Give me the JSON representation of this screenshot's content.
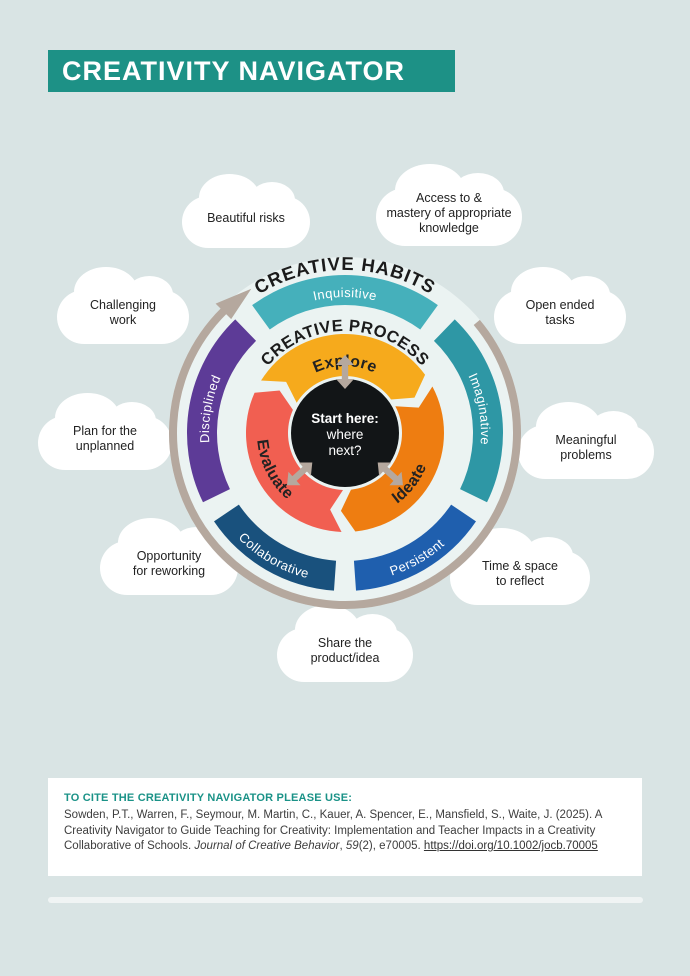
{
  "title": "CREATIVITY NAVIGATOR",
  "colors": {
    "background": "#d9e4e4",
    "title_bar": "#1d9186",
    "ring_gray": "#b5a89e",
    "wheel_disc": "#ebf3f2",
    "center_black": "#121517",
    "cloud_white": "#ffffff",
    "citation_heading_teal": "#1a9287"
  },
  "wheel": {
    "habits_title": "CREATIVE HABITS",
    "process_title": "CREATIVE PROCESS",
    "center_lines": [
      "Start here:",
      "where",
      "next?"
    ],
    "habits": [
      {
        "label": "Inquisitive",
        "color": "#45b0bb",
        "start": -36,
        "end": 36,
        "flip": false
      },
      {
        "label": "Imaginative",
        "color": "#2e97a5",
        "start": 44,
        "end": 116,
        "flip": false
      },
      {
        "label": "Persistent",
        "color": "#1f5fae",
        "start": 124,
        "end": 176,
        "flip": true
      },
      {
        "label": "Collaborative",
        "color": "#19517d",
        "start": 184,
        "end": 236,
        "flip": true
      },
      {
        "label": "Disciplined",
        "color": "#5d3b97",
        "start": 244,
        "end": 316,
        "flip": false
      }
    ],
    "process": [
      {
        "label": "Explore",
        "color": "#f6aa1c",
        "tail": 302,
        "head": 54,
        "label_bearing": 0,
        "flip": false
      },
      {
        "label": "Ideate",
        "color": "#ee7d11",
        "tail": 62,
        "head": 174,
        "label_bearing": 128,
        "flip": true
      },
      {
        "label": "Evaluate",
        "color": "#f15f51",
        "tail": 182,
        "head": 294,
        "label_bearing": 243,
        "flip": true
      }
    ],
    "gray_arrow_bearings": [
      0,
      132,
      228
    ]
  },
  "clouds": [
    {
      "text": "Beautiful risks"
    },
    {
      "text": "Access to &\nmastery of appropriate\nknowledge"
    },
    {
      "text": "Challenging\nwork"
    },
    {
      "text": "Open ended\ntasks"
    },
    {
      "text": "Plan for the\nunplanned"
    },
    {
      "text": "Meaningful\nproblems"
    },
    {
      "text": "Opportunity\nfor reworking"
    },
    {
      "text": "Time & space\nto reflect"
    },
    {
      "text": "Share the\nproduct/idea"
    }
  ],
  "citation": {
    "heading": "TO CITE THE CREATIVITY NAVIGATOR PLEASE USE:",
    "authors": "Sowden, P.T., Warren, F., Seymour, M. Martin, C., Kauer, A. Spencer, E., Mansfield, S., Waite, J. (2025). A Creativity Navigator to Guide Teaching for Creativity: Implementation and Teacher Impacts in a Creativity Collaborative of Schools. ",
    "journal": "Journal of Creative Behavior",
    "sep": ", ",
    "volume": "59",
    "issue": "(2), e70005. ",
    "doi": "https://doi.org/10.1002/jocb.70005"
  }
}
